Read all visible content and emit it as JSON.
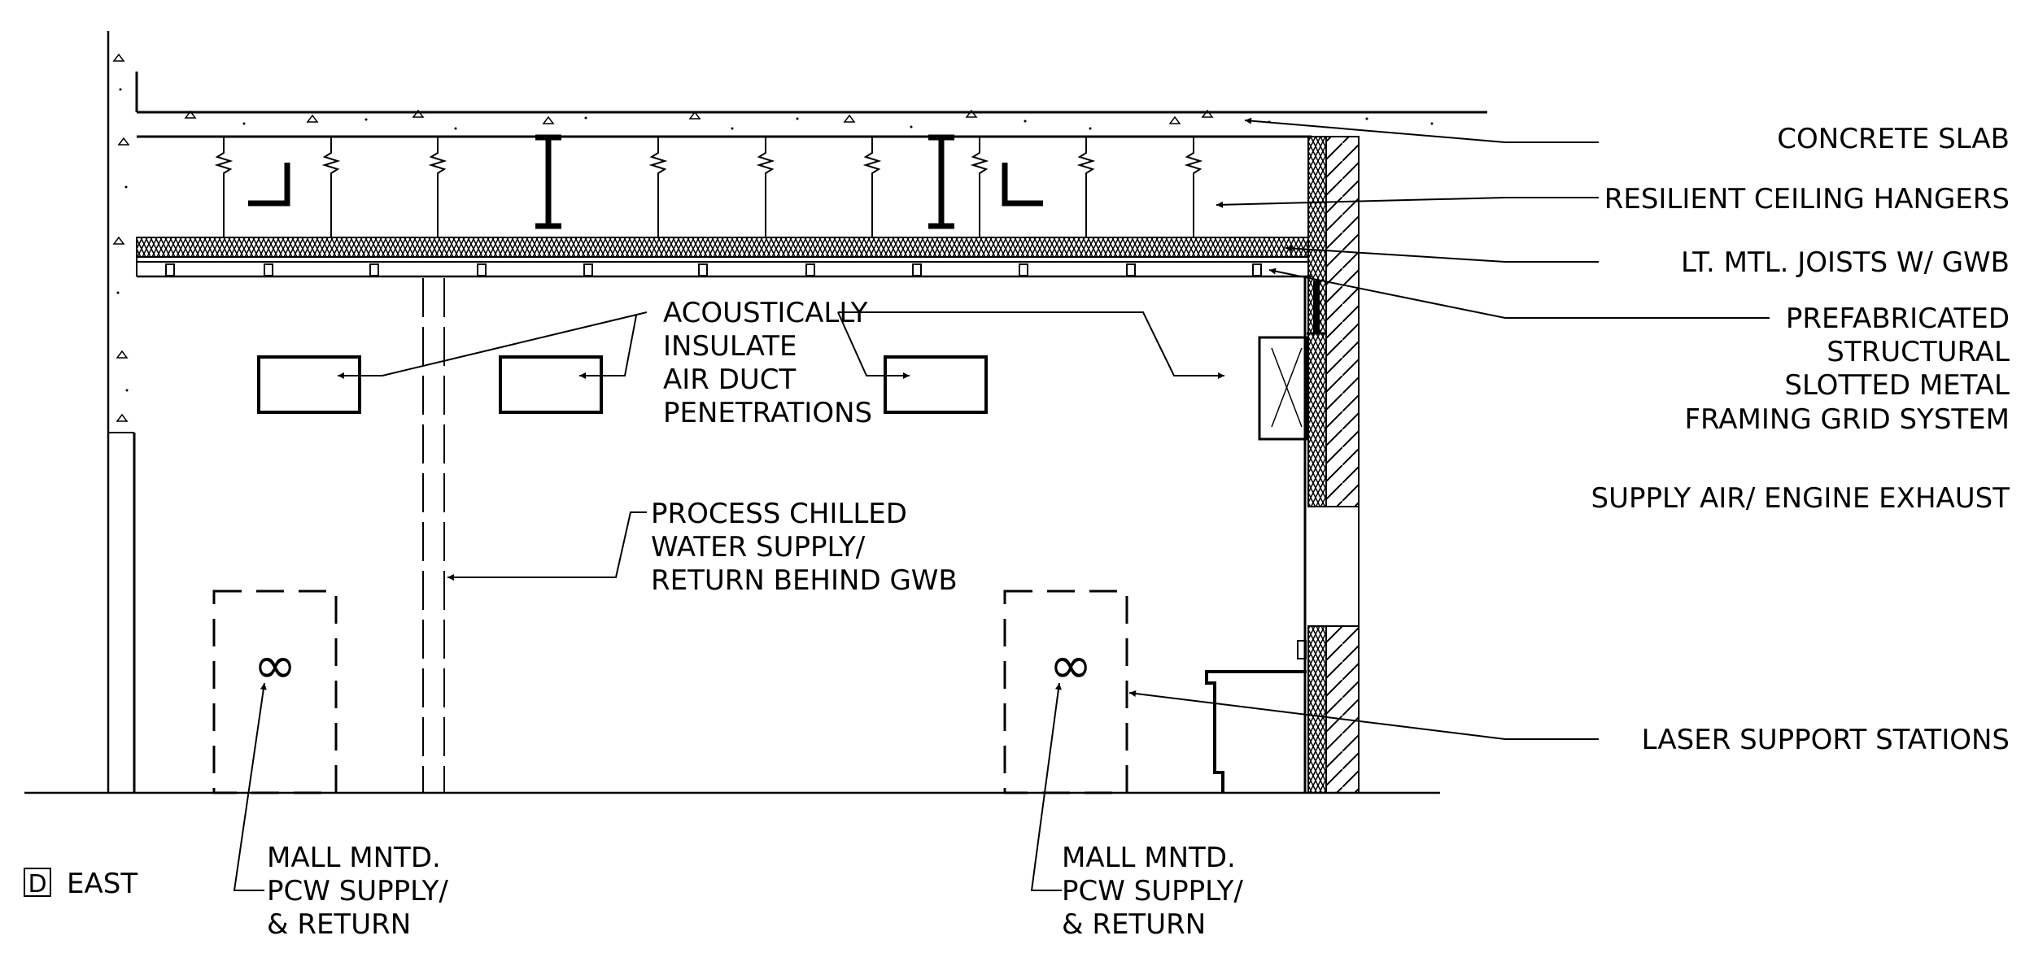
{
  "view_title": {
    "letter": "D",
    "direction": "EAST"
  },
  "callouts": {
    "concrete_slab": "CONCRETE SLAB",
    "resilient_hangers": "RESILIENT CEILING HANGERS",
    "joists": "LT. MTL. JOISTS W/ GWB",
    "grid_system": [
      "PREFABRICATED",
      "STRUCTURAL",
      "SLOTTED METAL",
      "FRAMING GRID SYSTEM"
    ],
    "supply_air": "SUPPLY AIR/ ENGINE EXHAUST",
    "laser_support": "LASER SUPPORT STATIONS",
    "acoustic_ducts": [
      "ACOUSTICALLY",
      "INSULATE",
      "AIR DUCT",
      "PENETRATIONS"
    ],
    "chilled_water": [
      "PROCESS CHILLED",
      "WATER SUPPLY/",
      "RETURN BEHIND GWB"
    ],
    "pcw_left": [
      "MALL MNTD.",
      "PCW SUPPLY/",
      "& RETURN"
    ],
    "pcw_right": [
      "MALL MNTD.",
      "PCW SUPPLY/",
      "& RETURN"
    ]
  },
  "symbols": {
    "pcw_fixture": "∞"
  },
  "colors": {
    "line": "#000000",
    "background": "#ffffff"
  }
}
